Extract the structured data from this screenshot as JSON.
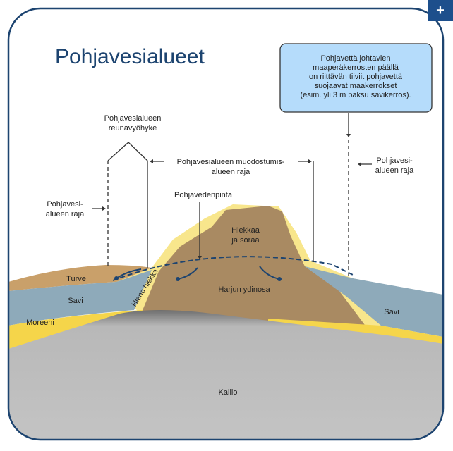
{
  "title": "Pohjavesialueet",
  "expand_button": "+",
  "info_box": [
    "Pohjavettä johtavien",
    "maaperäkerrosten päällä",
    "on riittävän tiiviit pohjavettä",
    "suojaavat maakerrokset",
    "(esim. yli 3 m paksu savikerros)."
  ],
  "labels": {
    "edge_zone": [
      "Pohjavesialueen",
      "reunavyöhyke"
    ],
    "formation_boundary": [
      "Pohjavesialueen muodostumis-",
      "alueen raja"
    ],
    "area_boundary_left": [
      "Pohjavesi-",
      "alueen raja"
    ],
    "area_boundary_right": [
      "Pohjavesi-",
      "alueen raja"
    ],
    "water_table": "Pohjavedenpinta",
    "sand_gravel": [
      "Hiekkaa",
      "ja soraa"
    ],
    "ridge_core": "Harjun ydinosa",
    "fine_sand": "Hieno hiekka",
    "peat": "Turve",
    "clay_left": "Savi",
    "clay_right": "Savi",
    "till": "Moreeni",
    "bedrock": "Kallio"
  },
  "colors": {
    "frame": "#1d4470",
    "info_box": "#b5dcfb",
    "peat": "#c9a06a",
    "clay": "#8eaaba",
    "till": "#f5d54a",
    "fine_sand": "#f8e68c",
    "core": "#a98a62",
    "bedrock": "#bdbdbd"
  }
}
